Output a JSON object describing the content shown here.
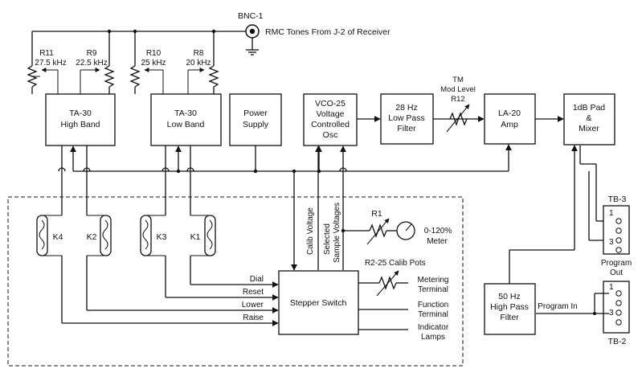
{
  "bnc": {
    "label": "BNC-1",
    "caption": "RMC Tones From J-2 of Receiver"
  },
  "pots": [
    {
      "ref": "R11",
      "freq": "27.5 kHz"
    },
    {
      "ref": "R9",
      "freq": "22.5 kHz"
    },
    {
      "ref": "R10",
      "freq": "25 kHz"
    },
    {
      "ref": "R8",
      "freq": "20 kHz"
    }
  ],
  "blocks": {
    "ta30_high": [
      "TA-30",
      "High Band"
    ],
    "ta30_low": [
      "TA-30",
      "Low Band"
    ],
    "power": [
      "Power",
      "Supply"
    ],
    "vco": [
      "VCO-25",
      "Voltage",
      "Controlled",
      "Osc"
    ],
    "lpf": [
      "28 Hz",
      "Low Pass",
      "Filter"
    ],
    "la20": [
      "LA-20",
      "Amp"
    ],
    "pad": [
      "1dB Pad",
      "&",
      "Mixer"
    ],
    "stepper": [
      "Stepper Switch"
    ],
    "hpf": [
      "50 Hz",
      "High Pass",
      "Filter"
    ]
  },
  "mod_level": [
    "TM",
    "Mod Level",
    "R12"
  ],
  "relays": [
    "K4",
    "K2",
    "K3",
    "K1"
  ],
  "switch_inputs": [
    "Dial",
    "Reset",
    "Lower",
    "Raise"
  ],
  "vertical_labels": [
    "Calib Voltage",
    "Selected",
    "Sample Voltages"
  ],
  "r1": "R1",
  "meter": [
    "0-120%",
    "Meter"
  ],
  "calib_pots": "R2-25 Calib Pots",
  "outputs": [
    [
      "Metering",
      "Terminal"
    ],
    [
      "Function",
      "Terminal"
    ],
    [
      "Indicator",
      "Lamps"
    ]
  ],
  "tb3": {
    "label": "TB-3",
    "pins": [
      "1",
      "3"
    ],
    "caption": [
      "Program",
      "Out"
    ]
  },
  "tb2": {
    "label": "TB-2",
    "pins": [
      "1",
      "3"
    ]
  },
  "program_in": "Program In"
}
